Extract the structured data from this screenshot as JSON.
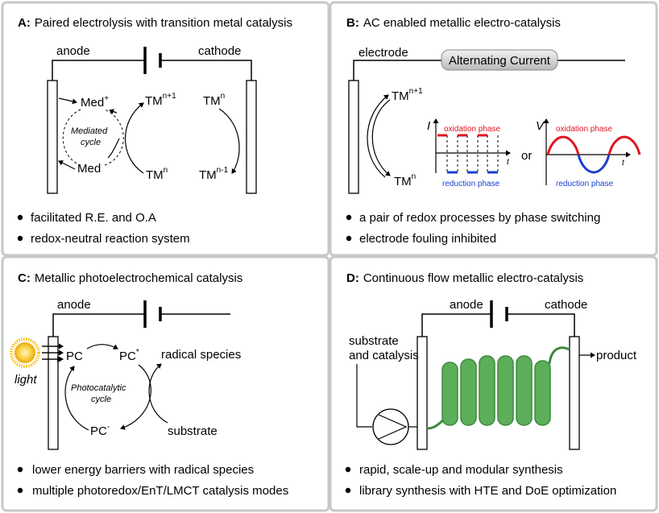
{
  "panels": {
    "A": {
      "letter": "A:",
      "title": "Paired electrolysis with transition metal catalysis",
      "anode": "anode",
      "cathode": "cathode",
      "med_plus": "Med",
      "med_plus_sup": "+",
      "med": "Med",
      "cycle_line1": "Mediated",
      "cycle_line2": "cycle",
      "tm_n1": "TM",
      "tm_n1_sup": "n+1",
      "tm_n_left": "TM",
      "tm_n_left_sup": "n",
      "tm_n_right": "TM",
      "tm_n_right_sup": "n",
      "tm_nm1": "TM",
      "tm_nm1_sup": "n-1",
      "bullets": [
        "facilitated R.E. and O.A",
        "redox-neutral reaction system"
      ]
    },
    "B": {
      "letter": "B:",
      "title": "AC enabled metallic electro-catalysis",
      "electrode": "electrode",
      "ac_label": "Alternating Current",
      "tm_n1": "TM",
      "tm_n1_sup": "n+1",
      "tm_n": "TM",
      "tm_n_sup": "n",
      "axis_i": "I",
      "axis_v": "V",
      "axis_t": "t",
      "ox_phase": "oxidation phase",
      "red_phase": "reduction phase",
      "or": "or",
      "bullets": [
        "a pair of redox processes by phase switching",
        "electrode fouling inhibited"
      ]
    },
    "C": {
      "letter": "C:",
      "title": "Metallic photoelectrochemical catalysis",
      "anode": "anode",
      "light": "light",
      "pc": "PC",
      "pc_star": "PC",
      "pc_star_sup": "*",
      "pc_minus": "PC",
      "pc_minus_sup": "-",
      "radical": "radical species",
      "substrate": "substrate",
      "cycle_line1": "Photocatalytic",
      "cycle_line2": "cycle",
      "bullets": [
        "lower energy barriers with radical species",
        "multiple photoredox/EnT/LMCT catalysis modes"
      ]
    },
    "D": {
      "letter": "D:",
      "title": "Continuous flow metallic electro-catalysis",
      "anode": "anode",
      "cathode": "cathode",
      "feed_line1": "substrate",
      "feed_line2": "and catalysis",
      "product": "product",
      "bullets": [
        "rapid, scale-up and modular synthesis",
        "library synthesis with HTE and DoE optimization"
      ]
    }
  },
  "colors": {
    "oxidation": "#e0141e",
    "reduction": "#1a3fcf",
    "flow_reactor": "#5cae5a",
    "sun": "#f6c21a",
    "border": "#c8c8c8"
  }
}
